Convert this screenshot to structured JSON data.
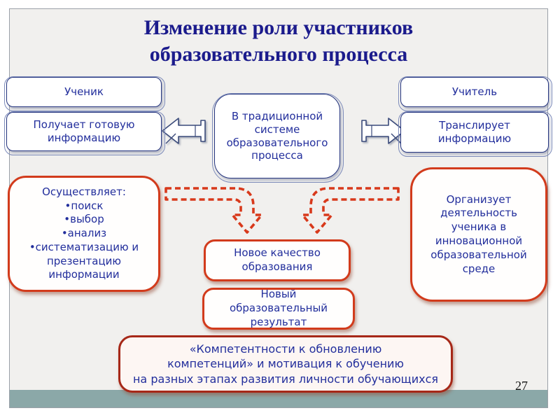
{
  "slide": {
    "title_lines": [
      "Изменение роли участников",
      "образовательного процесса"
    ],
    "page_number": "27",
    "colors": {
      "title_text": "#1b1b8c",
      "box_text": "#222e9c",
      "navy_border": "#25357f",
      "red_border": "#d23b1c",
      "dark_red_border": "#a62818",
      "teal_band": "#8ba8a8",
      "panel_bg": "#f1f0ee"
    }
  },
  "boxes": {
    "student": "Ученик",
    "student_role": "Получает готовую информацию",
    "traditional_system": "В традиционной системе образовательного процесса",
    "teacher": "Учитель",
    "teacher_role": "Транслирует информацию",
    "student_new": {
      "title": "Осуществляет:",
      "bullets": [
        "•поиск",
        "•выбор",
        "•анализ",
        "•систематизацию и презентацию информации"
      ]
    },
    "teacher_new": "Организует деятельность ученика в инновационной образовательной среде",
    "new_quality": "Новое качество образования",
    "new_result": "Новый образовательный результат",
    "competence_lines": [
      "«Компетентности к обновлению",
      "компетенций» и мотивация к обучению",
      "на разных этапах развития личности обучающихся"
    ]
  }
}
